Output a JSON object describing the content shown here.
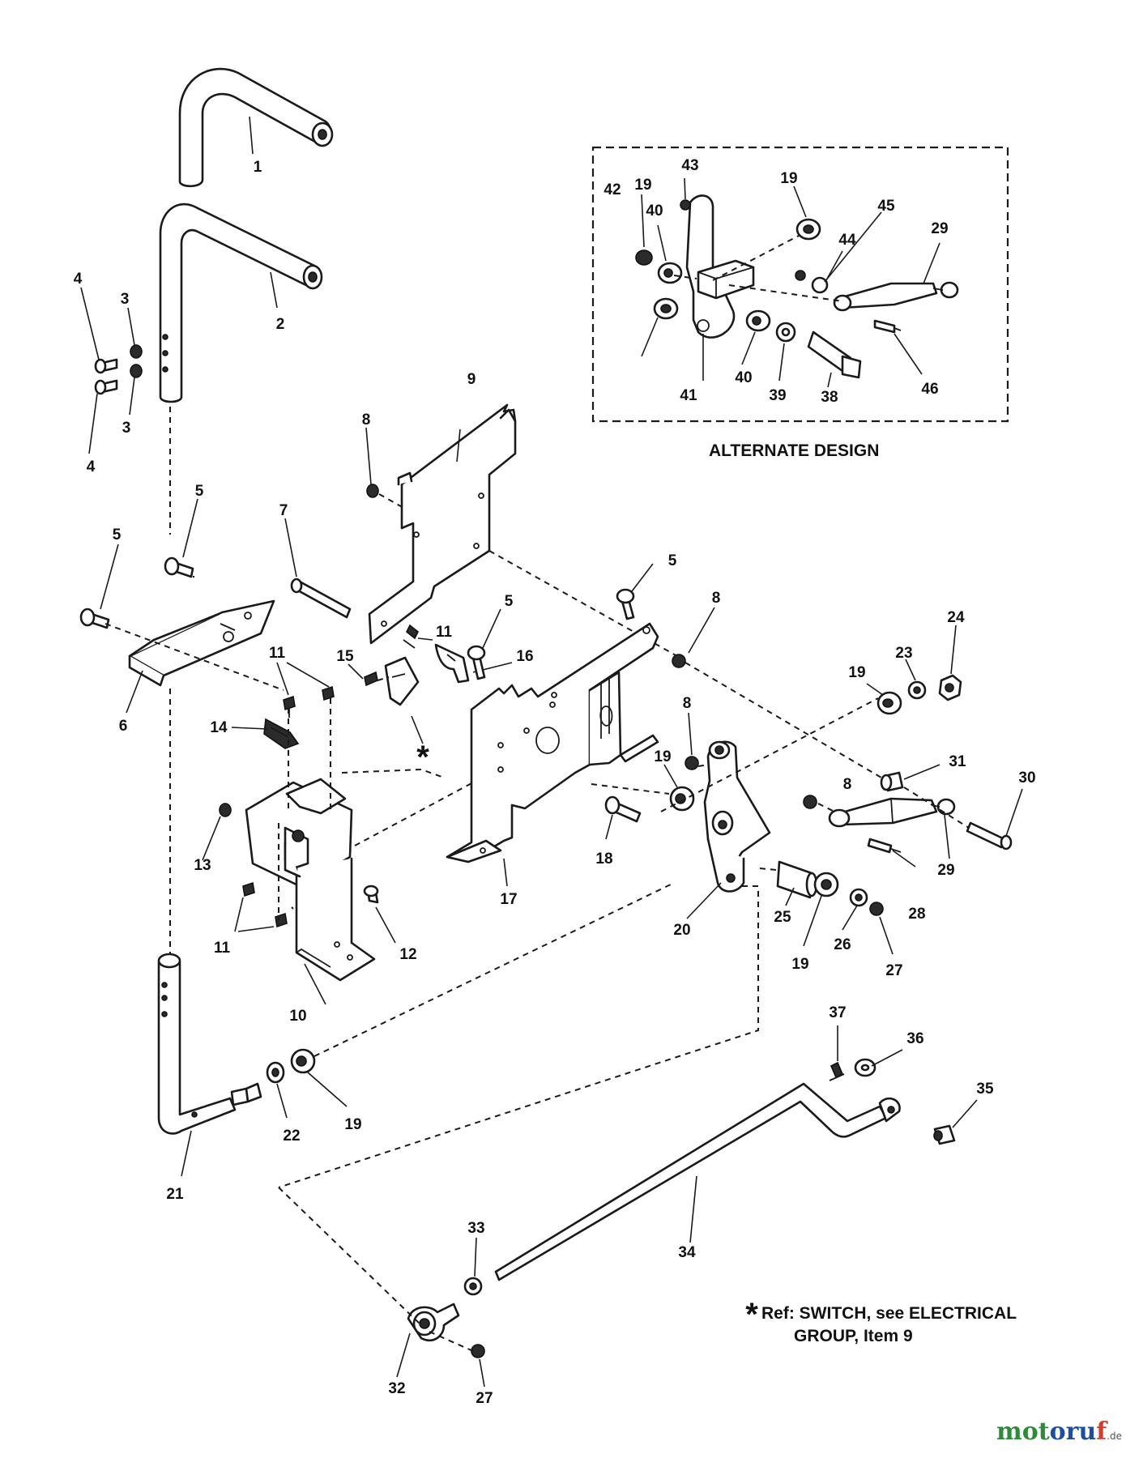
{
  "callouts": {
    "c1": "1",
    "c2": "2",
    "c3a": "3",
    "c3b": "3",
    "c4a": "4",
    "c4b": "4",
    "c5a": "5",
    "c5b": "5",
    "c5c": "5",
    "c5d": "5",
    "c6": "6",
    "c7": "7",
    "c8a": "8",
    "c8b": "8",
    "c8c": "8",
    "c8d": "8",
    "c9": "9",
    "c10": "10",
    "c11a": "11",
    "c11b": "11",
    "c11c": "11",
    "c12": "12",
    "c13": "13",
    "c14": "14",
    "c15": "15",
    "c16": "16",
    "c17": "17",
    "c18": "18",
    "c19a": "19",
    "c19b": "19",
    "c19c": "19",
    "c19d": "19",
    "c19e": "19",
    "c19f": "19",
    "c20": "20",
    "c21": "21",
    "c22": "22",
    "c23": "23",
    "c24": "24",
    "c25": "25",
    "c26": "26",
    "c27a": "27",
    "c27b": "27",
    "c28": "28",
    "c29a": "29",
    "c29b": "29",
    "c30": "30",
    "c31": "31",
    "c32": "32",
    "c33": "33",
    "c34": "34",
    "c35": "35",
    "c36": "36",
    "c37": "37",
    "c38": "38",
    "c39": "39",
    "c40a": "40",
    "c40b": "40",
    "c41": "41",
    "c42": "42",
    "c43": "43",
    "c44": "44",
    "c45": "45",
    "c46": "46"
  },
  "alternate_design_label": "ALTERNATE DESIGN",
  "switch_marker": "*",
  "footnote": {
    "marker": "*",
    "line1": "Ref: SWITCH, see ELECTRICAL",
    "line2": "GROUP, Item 9"
  },
  "watermark": {
    "part1": "mot",
    "part2": "oru",
    "part3": "f",
    "tld": ".de"
  }
}
